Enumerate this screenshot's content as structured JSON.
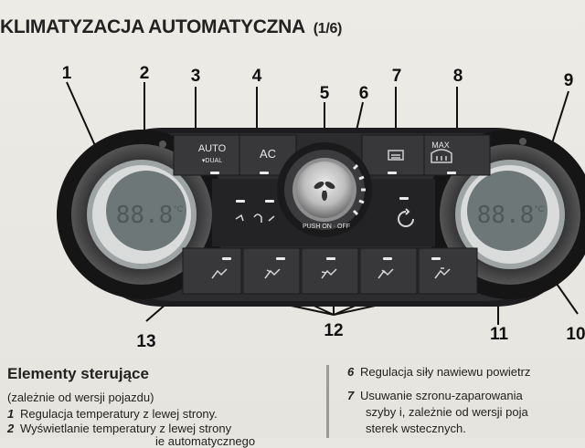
{
  "page": {
    "title": "KLIMATYZACJA AUTOMATYCZNA",
    "title_page": "(1/6)"
  },
  "panel": {
    "auto_label": "AUTO",
    "dual_label": "▾DUAL",
    "ac_label": "AC",
    "max_label": "MAX",
    "push_label": "PUSH ON · OFF",
    "left_display": "88.8",
    "right_display": "88.8",
    "display_unit": "°C"
  },
  "callouts": [
    "1",
    "2",
    "3",
    "4",
    "5",
    "6",
    "7",
    "8",
    "9",
    "10",
    "11",
    "12",
    "13"
  ],
  "section": {
    "heading": "Elementy sterujące",
    "subheading": "(zależnie od wersji pojazdu)",
    "items_left": [
      {
        "num": "1",
        "text": "Regulacja temperatury z lewej strony."
      },
      {
        "num": "2",
        "text": "Wyświetlanie temperatury z lewej strony"
      },
      {
        "num": "",
        "text": "  ie automatycznego"
      }
    ],
    "items_right": [
      {
        "num": "6",
        "text": "Regulacja siły nawiewu powietrz"
      },
      {
        "num": "7",
        "text": "Usuwanie szronu-zaparowania"
      },
      {
        "num": "",
        "text": "szyby i, zależnie od wersji poja"
      },
      {
        "num": "",
        "text": "sterek wstecznych."
      }
    ]
  },
  "colors": {
    "panel_dark": "#1c1c1e",
    "panel_gray": "#3a3a3d",
    "display_bg": "#6f7a7c",
    "indicator": "#e9ecea"
  }
}
